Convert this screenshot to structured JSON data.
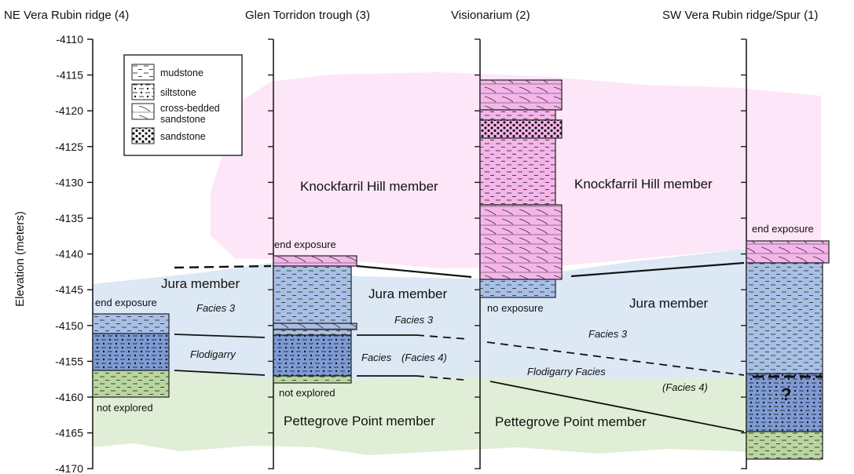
{
  "columns": [
    {
      "title": "NE Vera Rubin ridge (4)"
    },
    {
      "title": "Glen Torridon trough (3)"
    },
    {
      "title": "Visionarium (2)"
    },
    {
      "title": "SW Vera Rubin ridge/Spur (1)"
    }
  ],
  "y_axis": {
    "label": "Elevation (meters)",
    "ticks": [
      "-4110",
      "-4115",
      "-4120",
      "-4125",
      "-4130",
      "-4135",
      "-4140",
      "-4145",
      "-4150",
      "-4155",
      "-4160",
      "-4165",
      "-4170"
    ]
  },
  "legend": {
    "items": [
      "mudstone",
      "siltstone",
      "cross-bedded",
      "sandstone",
      "sandstone"
    ]
  },
  "members": {
    "knockfarril_left": "Knockfarril Hill member",
    "knockfarril_right": "Knockfarril Hill member",
    "jura_left": "Jura member",
    "jura_mid": "Jura member",
    "jura_right": "Jura member",
    "pettegrove_left": "Pettegrove Point member",
    "pettegrove_right": "Pettegrove Point member"
  },
  "facies": {
    "f3_a": "Facies 3",
    "f3_b": "Facies 3",
    "f3_c": "Facies 3",
    "flod_a": "Flodigarry",
    "facies_b": "Facies",
    "f4_b": "(Facies 4)",
    "flod_c": "Flodigarry Facies",
    "f4_c": "(Facies 4)"
  },
  "notes": {
    "end_exposure_1": "end exposure",
    "end_exposure_2": "end exposure",
    "end_exposure_3": "end exposure",
    "not_explored_1": "not explored",
    "not_explored_2": "not explored",
    "no_exposure": "no exposure",
    "question": "?"
  },
  "colors": {
    "knockfarril": "#fde6f8",
    "jura": "#dce8f4",
    "pettegrove": "#e1eed7",
    "pink_unit": "#f5b5ea",
    "blue_unit": "#7e9bd6",
    "lightblue_unit": "#a9c0e6",
    "green_unit": "#b9d69e"
  }
}
